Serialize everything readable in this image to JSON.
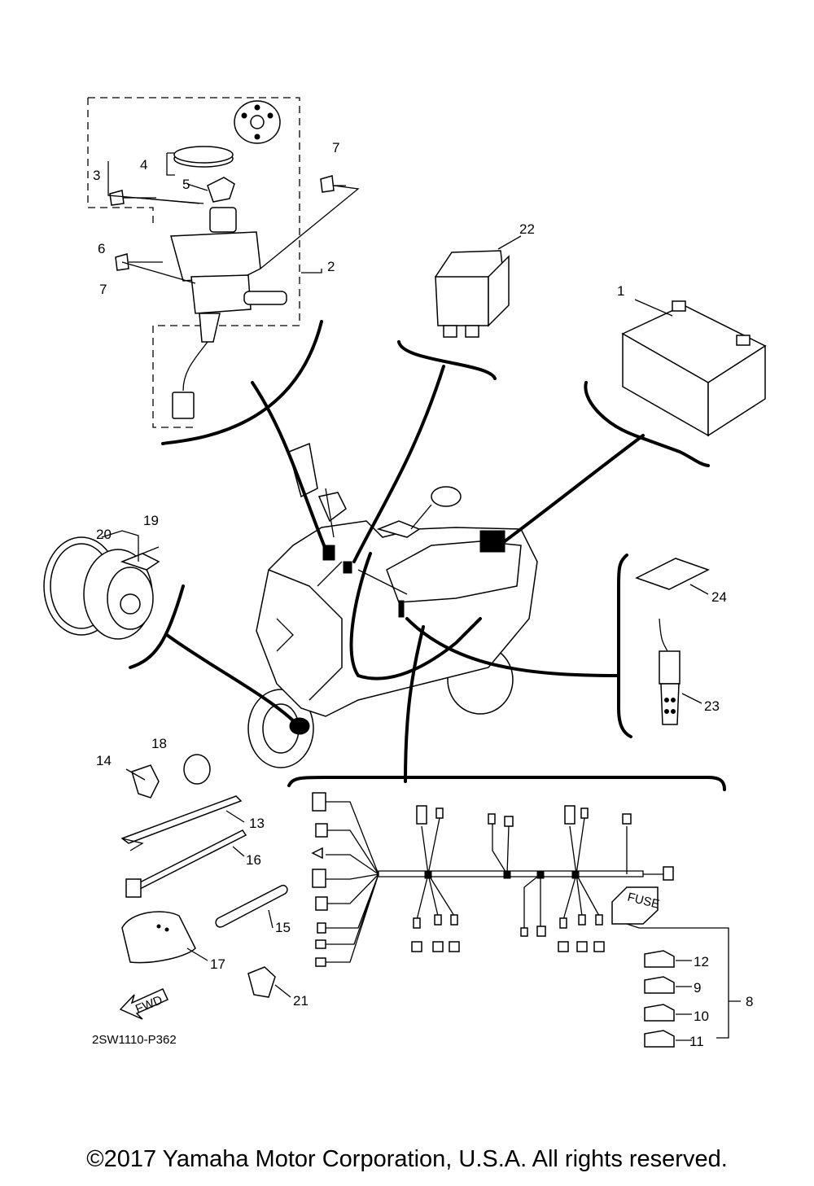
{
  "diagram": {
    "drawing_code": "2SW1110-P362",
    "fwd_arrow_text": "FWD",
    "fuse_text": "FUSE",
    "labels": [
      {
        "id": "1"
      },
      {
        "id": "2"
      },
      {
        "id": "3"
      },
      {
        "id": "4"
      },
      {
        "id": "5"
      },
      {
        "id": "6"
      },
      {
        "id": "7a"
      },
      {
        "id": "7b"
      },
      {
        "id": "8"
      },
      {
        "id": "9"
      },
      {
        "id": "10"
      },
      {
        "id": "11"
      },
      {
        "id": "12"
      },
      {
        "id": "13"
      },
      {
        "id": "14"
      },
      {
        "id": "15"
      },
      {
        "id": "16"
      },
      {
        "id": "17"
      },
      {
        "id": "18"
      },
      {
        "id": "19"
      },
      {
        "id": "20"
      },
      {
        "id": "21"
      },
      {
        "id": "22"
      },
      {
        "id": "23"
      },
      {
        "id": "24"
      }
    ],
    "callouts": {
      "c1": "1",
      "c2": "2",
      "c3": "3",
      "c4": "4",
      "c5": "5",
      "c6": "6",
      "c7a": "7",
      "c7b": "7",
      "c8": "8",
      "c9": "9",
      "c10": "10",
      "c11": "11",
      "c12": "12",
      "c13": "13",
      "c14": "14",
      "c15": "15",
      "c16": "16",
      "c17": "17",
      "c18": "18",
      "c19": "19",
      "c20": "20",
      "c21": "21",
      "c22": "22",
      "c23": "23",
      "c24": "24"
    }
  },
  "footer": {
    "copyright": "©2017 Yamaha Motor Corporation, U.S.A. All rights reserved."
  }
}
